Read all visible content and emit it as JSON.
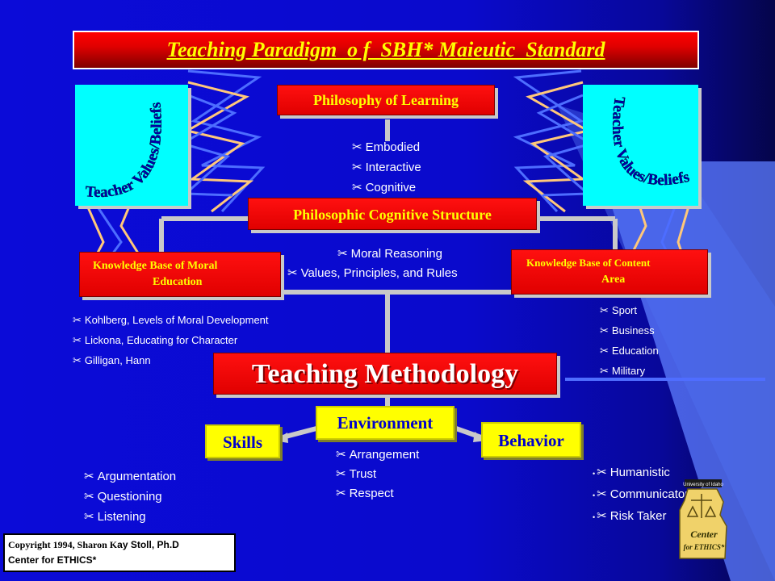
{
  "title": "Teaching Paradigm  o f  SBH* Maieutic  Standard",
  "philosophy_of_learning": {
    "label": "Philosophy of Learning",
    "items": [
      "Embodied",
      "Interactive",
      "Cognitive"
    ]
  },
  "teacher_values": {
    "label": "Teacher Values/Beliefs"
  },
  "cognitive_structure": {
    "label": "Philosophic Cognitive Structure",
    "items": [
      "Moral Reasoning",
      "Values, Principles, and Rules"
    ]
  },
  "moral_education": {
    "label_line1": "Knowledge Base of Moral",
    "label_line2": "Education",
    "items": [
      "Kohlberg, Levels of Moral Development",
      "Lickona, Educating for Character",
      "Gilligan, Hann"
    ]
  },
  "content_area": {
    "label_line1": "Knowledge Base of Content",
    "label_line2": "Area",
    "items": [
      "Sport",
      "Business",
      "Education",
      "Military"
    ]
  },
  "teaching_methodology": {
    "label": "Teaching Methodology"
  },
  "environment": {
    "label": "Environment",
    "items": [
      "Arrangement",
      "Trust",
      "Respect"
    ]
  },
  "skills": {
    "label": "Skills",
    "items": [
      "Argumentation",
      "Questioning",
      "Listening"
    ]
  },
  "behavior": {
    "label": "Behavior",
    "items": [
      "Humanistic",
      "Communicator",
      "Risk Taker"
    ]
  },
  "copyright": {
    "line1_serif": "Copyright 1994, Sharon K",
    "line1_sans": "ay Stoll, Ph.D",
    "line2": "Center for ETHICS*"
  },
  "logo": {
    "top_text": "University of Idaho",
    "main_text_1": "Center",
    "main_text_2": "for ETHICS*"
  },
  "colors": {
    "background": "#0a0acc",
    "title_red": "#e00000",
    "label_yellow": "#ffff00",
    "label_blue": "#0000cc",
    "cyan": "#00ffff",
    "connector_gray": "#c9c9c9",
    "zigzag_blue": "#4d6dff",
    "zigzag_tan": "#ffc87a"
  },
  "icons": {
    "list_bullet": "scissors-icon"
  }
}
